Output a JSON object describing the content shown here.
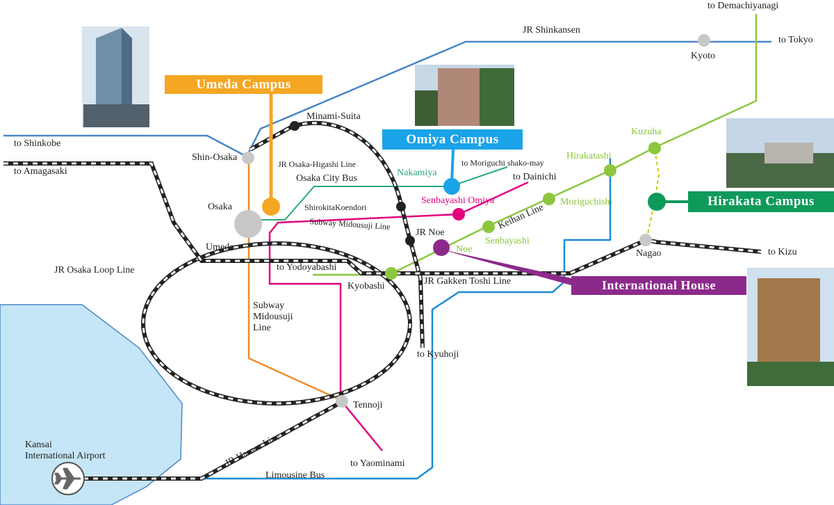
{
  "campuses": {
    "umeda": "Umeda Campus",
    "omiya": "Omiya Campus",
    "hirakata": "Hirakata Campus",
    "international_house": "International House"
  },
  "lines": {
    "jr_shinkansen": "JR Shinkansen",
    "jr_osaka_higashi": "JR Osaka-Higashi Line",
    "osaka_city_bus": "Osaka City Bus",
    "subway_midousuji_line": "Subway Midousuji Line",
    "subway_midousuji_vertical": "Subway\nMidousuji\nLine",
    "jr_osaka_loop": "JR Osaka Loop Line",
    "keihan": "Keihan Line",
    "jr_gakken_toshi": "JR Gakken Toshi Line",
    "jr_hanwa": "JR Hanwa Line",
    "limousine_bus": "Limousine Bus"
  },
  "stations": {
    "kyoto": "Kyoto",
    "shin_osaka": "Shin-Osaka",
    "minami_suita": "Minami-Suita",
    "osaka": "Osaka",
    "umeda": "Umeda",
    "nakamiya": "Nakamiya",
    "shirokita": "ShirokitaKoendori",
    "senbayashi_omiya": "Senbayashi Omiya",
    "jr_noe": "JR Noe",
    "noe": "Noe",
    "kyobashi": "Kyobashi",
    "senbayashi": "Senbayashi",
    "moriguchishi": "Moriguchishi",
    "hirakatashi": "Hirakatashi",
    "kuzuha": "Kuzuha",
    "nagao": "Nagao",
    "tennoji": "Tennoji",
    "airport": "Kansai\nInternational Airport"
  },
  "destinations": {
    "demachiyanagi": "to Demachiyanagi",
    "tokyo": "to Tokyo",
    "shinkobe": "to Shinkobe",
    "amagasaki": "to Amagasaki",
    "moriguchi": "to Moriguchi shako-may",
    "dainichi": "to Dainichi",
    "yodoyabashi": "to Yodoyabashi",
    "kizu": "to Kizu",
    "kyuhoji": "to Kyuhoji",
    "yaominami": "to Yaominami"
  },
  "colors": {
    "shinkansen_blue": "#4a86c8",
    "umeda_orange": "#f5a623",
    "omiya_blue": "#1aa3e8",
    "hirakata_green": "#0e9a5b",
    "international_purple": "#8c2a8c",
    "keihan_green": "#8cc63e",
    "subway_pink": "#e4007f",
    "subway_orange": "#f08c28",
    "bay_blue": "#c5e6f7"
  },
  "icons": {
    "airport": "airplane-icon"
  }
}
